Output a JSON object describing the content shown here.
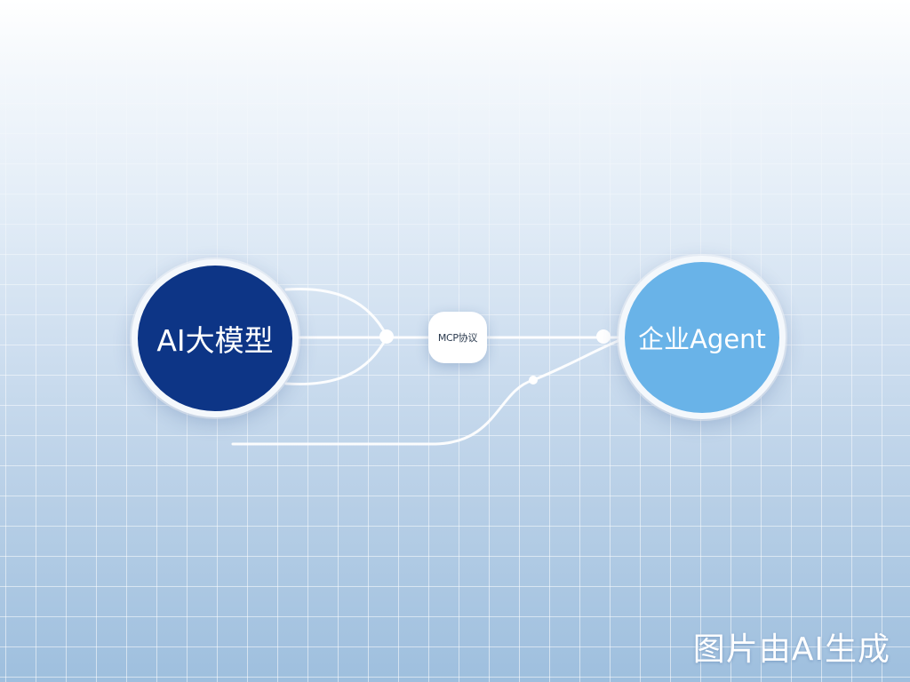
{
  "nodes": {
    "left": {
      "label": "AI大模型",
      "color": "#0d3586"
    },
    "right": {
      "label": "企业Agent",
      "color": "#69b3e8"
    }
  },
  "connector": {
    "label": "MCP协议"
  },
  "watermark": "图片由AI生成",
  "colors": {
    "background_top": "#ffffff",
    "background_bottom": "#9ebfde",
    "line": "#ffffff"
  }
}
